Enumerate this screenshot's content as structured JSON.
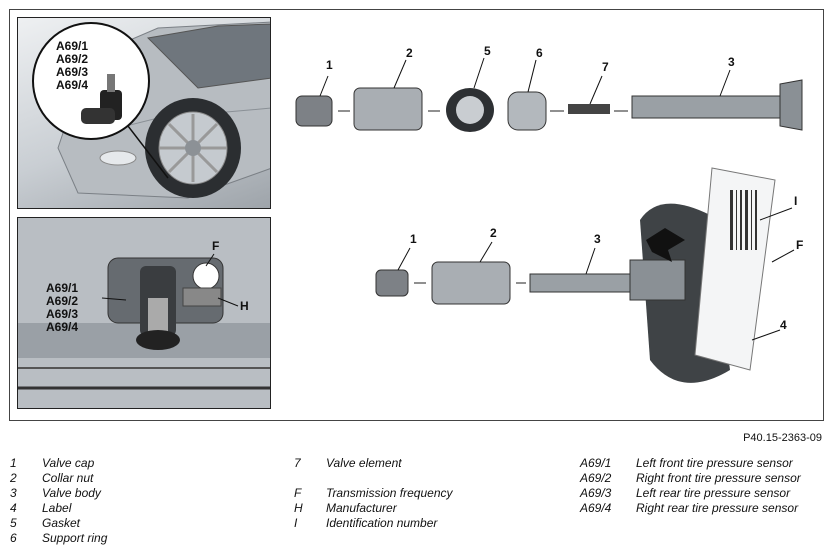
{
  "figure_id": "P40.15-2363-09",
  "sensor_codes": [
    "A69/1",
    "A69/2",
    "A69/3",
    "A69/4"
  ],
  "callouts_top": [
    "1",
    "2",
    "5",
    "6",
    "7",
    "3"
  ],
  "callouts_bottom": [
    "1",
    "2",
    "3",
    "I",
    "F",
    "4"
  ],
  "callouts_sensor": [
    "F",
    "H"
  ],
  "legend": {
    "col1": [
      {
        "key": "1",
        "text": "Valve cap"
      },
      {
        "key": "2",
        "text": "Collar nut"
      },
      {
        "key": "3",
        "text": "Valve body"
      },
      {
        "key": "4",
        "text": "Label"
      },
      {
        "key": "5",
        "text": "Gasket"
      },
      {
        "key": "6",
        "text": "Support ring"
      }
    ],
    "col2": [
      {
        "key": "7",
        "text": "Valve element"
      },
      {
        "key": "",
        "text": ""
      },
      {
        "key": "F",
        "text": "Transmission frequency"
      },
      {
        "key": "H",
        "text": "Manufacturer"
      },
      {
        "key": "I",
        "text": "Identification number"
      }
    ],
    "col3": [
      {
        "key": "A69/1",
        "text": "Left front tire pressure sensor"
      },
      {
        "key": "A69/2",
        "text": "Right front tire pressure sensor"
      },
      {
        "key": "A69/3",
        "text": "Left rear tire pressure sensor"
      },
      {
        "key": "A69/4",
        "text": "Right rear tire pressure sensor"
      }
    ]
  }
}
